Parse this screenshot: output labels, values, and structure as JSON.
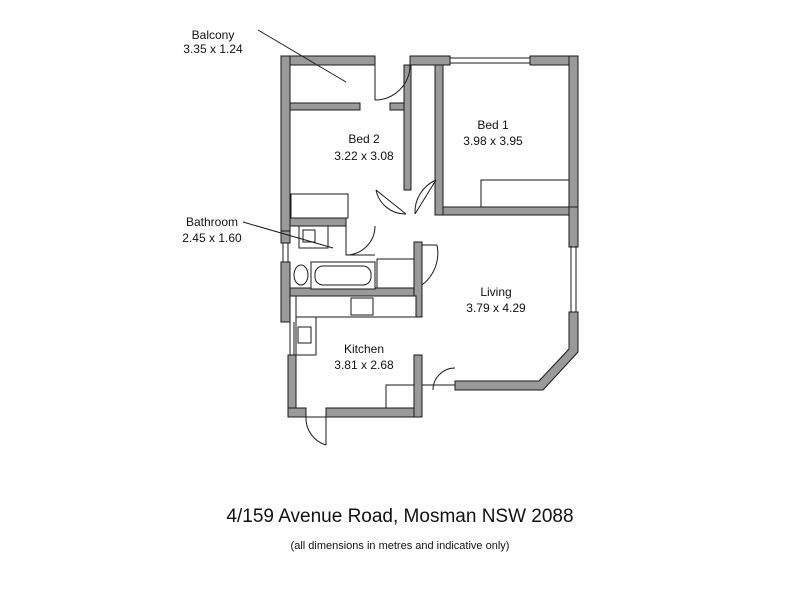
{
  "rooms": {
    "balcony": {
      "name": "Balcony",
      "dims": "3.35 x 1.24"
    },
    "bed2": {
      "name": "Bed 2",
      "dims": "3.22 x 3.08"
    },
    "bed1": {
      "name": "Bed 1",
      "dims": "3.98 x 3.95"
    },
    "bathroom": {
      "name": "Bathroom",
      "dims": "2.45 x 1.60"
    },
    "living": {
      "name": "Living",
      "dims": "3.79 x 4.29"
    },
    "kitchen": {
      "name": "Kitchen",
      "dims": "3.81 x 2.68"
    }
  },
  "address": "4/159 Avenue Road, Mosman NSW 2088",
  "note": "(all dimensions in metres and indicative only)"
}
